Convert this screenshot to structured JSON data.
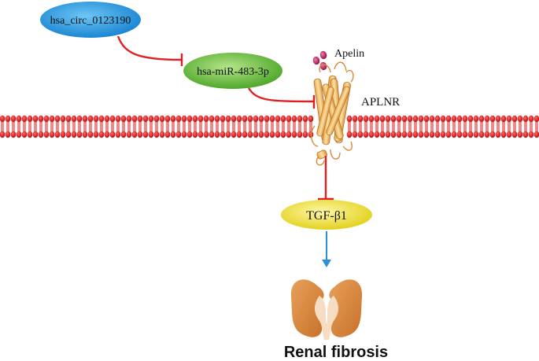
{
  "nodes": {
    "circ_rna": "hsa_circ_0123190",
    "mirna": "hsa-miR-483-3p",
    "ligand": "Apelin",
    "receptor": "APLNR",
    "cytokine": "TGF-β1",
    "outcome": "Renal fibrosis"
  },
  "colors": {
    "circ_node": "#1e8fd6",
    "mirna_node": "#5cb531",
    "tgf_node": "#e8d92a",
    "inhibition": "#e02020",
    "promotion": "#2a8fdc",
    "membrane": "#e52222",
    "apelin": "#c2185b",
    "receptor_helix": "#f2c36b",
    "kidney": "#d98a3a"
  },
  "icons": [
    "kidney-pair-icon",
    "apelin-molecule-icon",
    "receptor-helix-icon",
    "cell-membrane"
  ]
}
